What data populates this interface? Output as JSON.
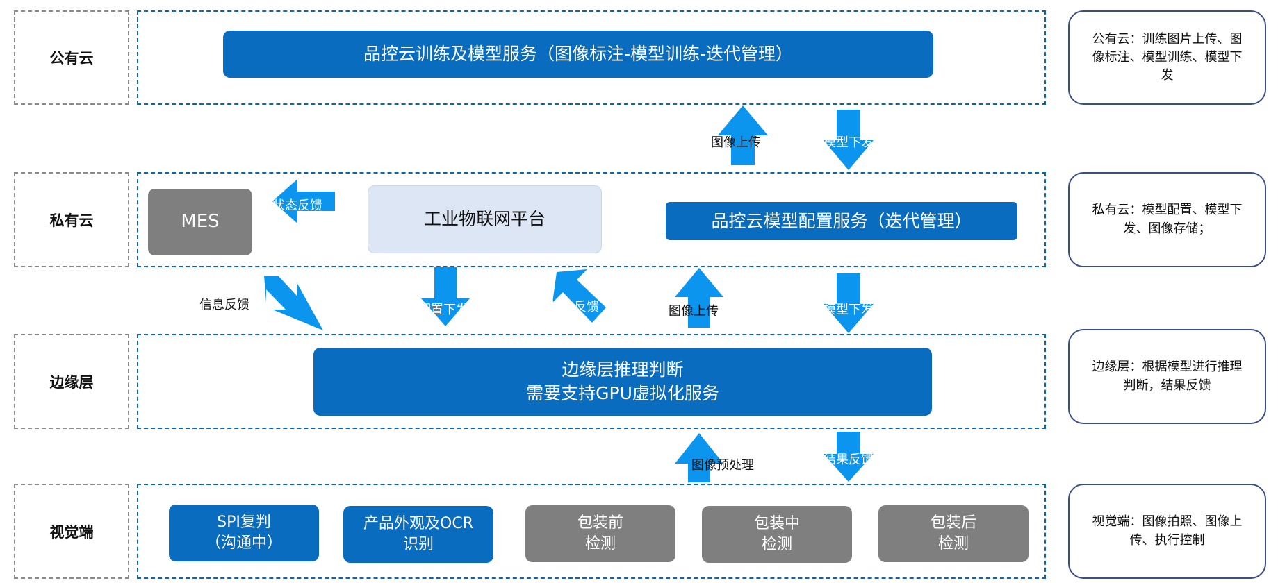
{
  "colors": {
    "blue": "#0a6cbf",
    "arrow": "#0b95ee",
    "gray": "#7f7f7f",
    "light": "#dde6f5",
    "frame": "#0a66b3"
  },
  "layers": {
    "public": {
      "label": "公有云",
      "main": "品控云训练及模型服务（图像标注-模型训练-迭代管理）",
      "note": "公有云：训练图片上传、图像标注、模型训练、模型下发"
    },
    "private": {
      "label": "私有云",
      "mes": "MES",
      "iot": "工业物联网平台",
      "config": "品控云模型配置服务（迭代管理）",
      "note": "私有云：模型配置、模型下发、图像存储；"
    },
    "edge": {
      "label": "边缘层",
      "line1": "边缘层推理判断",
      "line2": "需要支持GPU虚拟化服务",
      "note": "边缘层：根据模型进行推理判断，结果反馈"
    },
    "vision": {
      "label": "视觉端",
      "boxes": [
        {
          "l1": "SPI复判",
          "l2": "（沟通中）"
        },
        {
          "l1": "产品外观及OCR",
          "l2": "识别"
        },
        {
          "l1": "包装前",
          "l2": "检测"
        },
        {
          "l1": "包装中",
          "l2": "检测"
        },
        {
          "l1": "包装后",
          "l2": "检测"
        }
      ],
      "note": "视觉端：图像拍照、图像上传、执行控制"
    }
  },
  "arrows": {
    "img_up_top": "图像上传",
    "model_down_top": "模型下发",
    "status_mes": "状态反馈",
    "info_feedback": "信息反馈",
    "config_down": "配置下发",
    "status_iot": "状态反馈",
    "img_up_mid": "图像上传",
    "model_down_mid": "模型下发",
    "img_pre": "图像预处理",
    "result_fb": "结果反馈"
  }
}
